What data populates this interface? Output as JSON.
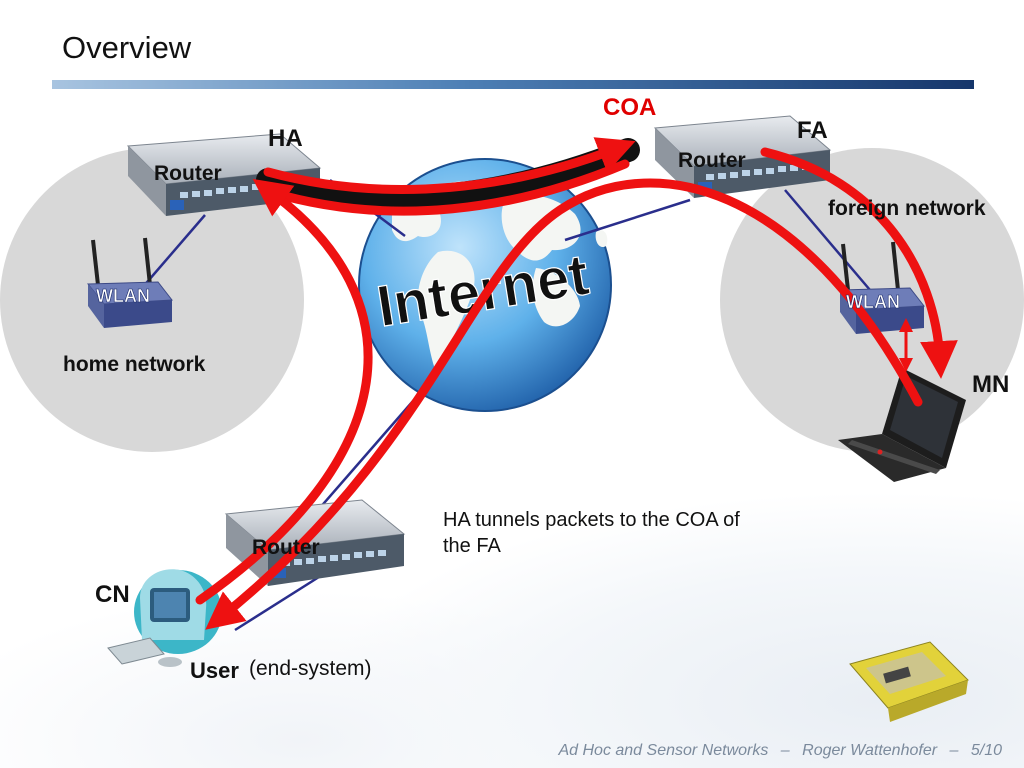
{
  "slide": {
    "title": "Overview"
  },
  "labels": {
    "coa": "COA",
    "ha": "HA",
    "fa": "FA",
    "router_home": "Router",
    "router_foreign": "Router",
    "router_user": "Router",
    "wlan_home": "WLAN",
    "wlan_foreign": "WLAN",
    "internet": "Internet",
    "home_network": "home network",
    "foreign_network": "foreign network",
    "mn": "MN",
    "cn": "CN",
    "user": "User",
    "end_system": "(end-system)"
  },
  "note": {
    "line1": "HA tunnels packets to the COA of",
    "line2": "the FA"
  },
  "footer": {
    "course": "Ad Hoc and Sensor Networks",
    "sep1": "–",
    "author": "Roger Wattenhofer",
    "sep2": "–",
    "page": "5/10"
  },
  "colors": {
    "arrow": "#ee1111",
    "tunnel": "#111111",
    "link": "#2a2e8c",
    "coa": "#e00000",
    "network_circle": "#d8d8d8"
  }
}
